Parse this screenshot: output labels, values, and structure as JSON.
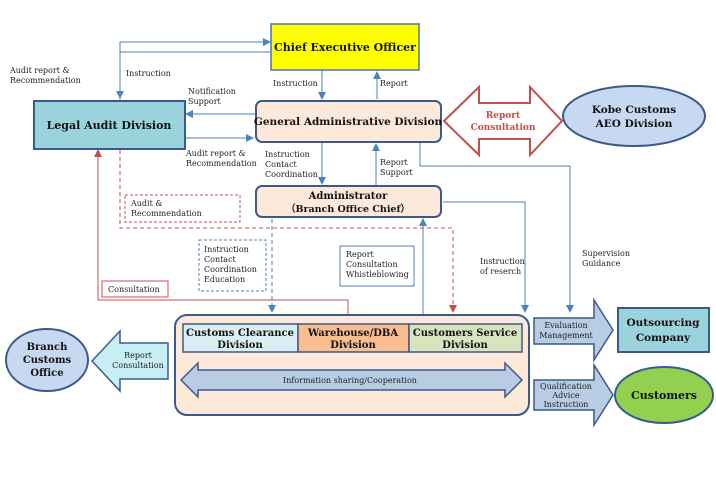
{
  "colors": {
    "ceo_fill": "#ffff00",
    "ceo_stroke": "#4a72b0",
    "mgmt_fill": "#fde9d9",
    "mgmt_stroke": "#3b5a8a",
    "legal_fill": "#9bd3dd",
    "customs_clear_fill": "#dbeef4",
    "warehouse_fill": "#f9be8f",
    "service_fill": "#d7e4bd",
    "kobe_fill": "#c6d9f1",
    "outsourcing_fill": "#9bd3dd",
    "customers_fill": "#92d050",
    "branch_fill": "#c6d9f1",
    "arrow_blue_fill": "#b8cce4",
    "red_line": "#c0504d",
    "blue_line": "#4f81bd"
  },
  "nodes": {
    "ceo": "Chief Executive Officer",
    "general_admin": "General Administrative Division",
    "legal_audit": "Legal Audit Division",
    "administrator_line1": "Administrator",
    "administrator_line2": "（Branch Office Chief）",
    "kobe_line1": "Kobe Customs",
    "kobe_line2": "AEO Division",
    "customs_clear_line1": "Customs Clearance",
    "customs_clear_line2": "Division",
    "warehouse_line1": "Warehouse/DBA",
    "warehouse_line2": "Division",
    "service_line1": "Customers Service",
    "service_line2": "Division",
    "outsourcing_line1": "Outsourcing",
    "outsourcing_line2": "Company",
    "customers": "Customers",
    "branch_line1": "Branch",
    "branch_line2": "Customs",
    "branch_line3": "Office"
  },
  "arrows": {
    "report_consultation_line1": "Report",
    "report_consultation_line2": "Consultation",
    "info_sharing": "Information sharing/Cooperation",
    "branch_report_line1": "Report",
    "branch_report_line2": "Consultation",
    "eval_line1": "Evaluation",
    "eval_line2": "Management",
    "qual_line1": "Qualification",
    "qual_line2": "Advice",
    "qual_line3": "Instruction"
  },
  "labels": {
    "audit_report_top_1": "Audit report &",
    "audit_report_top_2": "Recommendation",
    "instruction_top": "Instruction",
    "instruction_ceo": "Instruction",
    "report_ceo": "Report",
    "notification_1": "Notification",
    "notification_2": "Support",
    "audit_report_mid_1": "Audit report &",
    "audit_report_mid_2": "Recommendation",
    "icc_1": "Instruction",
    "icc_2": "Contact",
    "icc_3": "Coordination",
    "report_support_1": "Report",
    "report_support_2": "Support",
    "audit_rec_1": "Audit &",
    "audit_rec_2": "Recommendation",
    "icce_1": "Instruction",
    "icce_2": "Contact",
    "icce_3": "Coordination",
    "icce_4": "Education",
    "rcw_1": "Report",
    "rcw_2": "Consultation",
    "rcw_3": "Whistleblowing",
    "instr_research_1": "Instruction",
    "instr_research_2": "of reserch",
    "supervision_1": "Supervision",
    "supervision_2": "Guidance",
    "consultation": "Consultation"
  }
}
